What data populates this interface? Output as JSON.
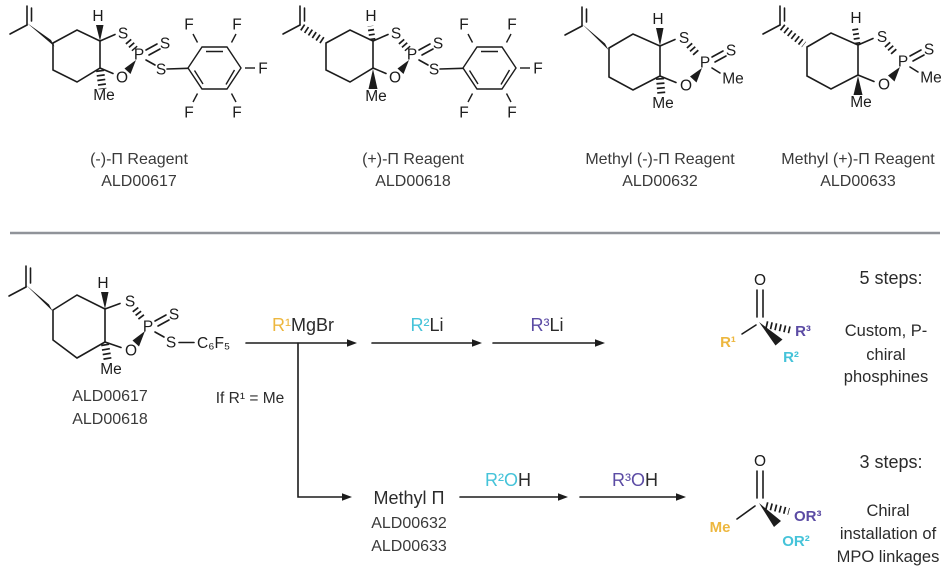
{
  "colors": {
    "r1": "#EDB73F",
    "r2": "#45C3D9",
    "r3": "#5B4BA4",
    "line": "#1c1c1c",
    "divider": "#909399",
    "label": "#3a3a3a"
  },
  "atoms": {
    "S": "S",
    "P": "P",
    "O": "O",
    "H": "H",
    "F": "F",
    "Me": "Me",
    "C6F5": "C₆F₅"
  },
  "reagents": [
    {
      "name": "(-)-Π Reagent",
      "id": "ALD00617"
    },
    {
      "name": "(+)-Π Reagent",
      "id": "ALD00618"
    },
    {
      "name": "Methyl (-)-Π Reagent",
      "id": "ALD00632"
    },
    {
      "name": "Methyl (+)-Π Reagent",
      "id": "ALD00633"
    }
  ],
  "scheme": {
    "start_id1": "ALD00617",
    "start_id2": "ALD00618",
    "grignard_r": "R¹",
    "grignard_rest": "MgBr",
    "li2_r": "R²",
    "li2_rest": "Li",
    "li3_r": "R³",
    "li3_rest": "Li",
    "branch_condition": "If R¹ = Me",
    "methyl_pi": "Methyl Π",
    "branch_id1": "ALD00632",
    "branch_id2": "ALD00633",
    "alcohol2_r": "R²O",
    "alcohol2_rest": "H",
    "alcohol3_r": "R³O",
    "alcohol3_rest": "H"
  },
  "product_phosphine": {
    "o": "O",
    "r1": "R¹",
    "r2": "R²",
    "r3": "R³",
    "steps": "5 steps:",
    "desc_line1": "Custom, P-",
    "desc_line2": "chiral",
    "desc_line3": "phosphines"
  },
  "product_mpo": {
    "o": "O",
    "me": "Me",
    "or2": "OR²",
    "or3": "OR³",
    "steps": "3 steps:",
    "desc_line1": "Chiral",
    "desc_line2": "installation of",
    "desc_line3": "MPO linkages"
  }
}
